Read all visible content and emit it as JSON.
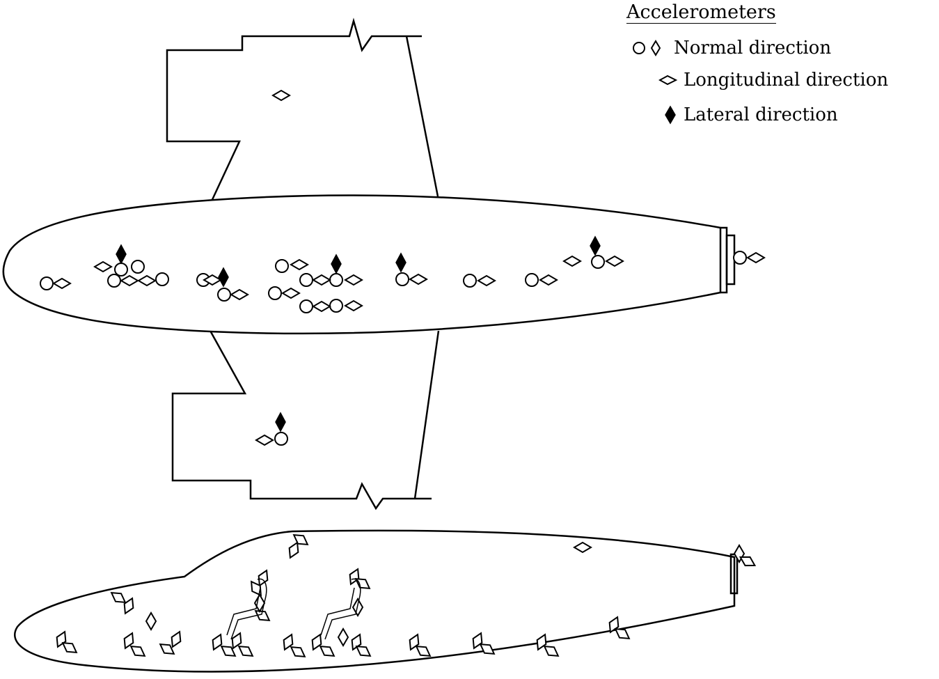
{
  "legend": {
    "title": "Accelerometers",
    "items": [
      {
        "symbol": "circle-and-upright-diamond",
        "label": "Normal direction"
      },
      {
        "symbol": "flat-diamond",
        "label": "Longitudinal direction"
      },
      {
        "symbol": "filled-diamond",
        "label": "Lateral direction"
      }
    ]
  },
  "colors": {
    "line": "#000000",
    "background": "#ffffff"
  }
}
